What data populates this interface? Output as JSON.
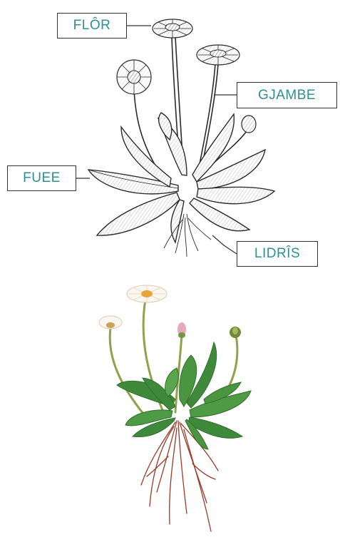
{
  "labels": {
    "flower": "FLÔR",
    "stem": "GJAMBE",
    "leaf": "FUEE",
    "root": "LIDRÎS"
  },
  "colors": {
    "label_text": "#2e8f92",
    "label_border": "#333333",
    "leaf_green": "#3f8a3a",
    "root_red": "#9a3b2a",
    "petal_white": "#fbf6ef",
    "flower_center": "#e9a43a",
    "ink": "#2a2a2a"
  }
}
